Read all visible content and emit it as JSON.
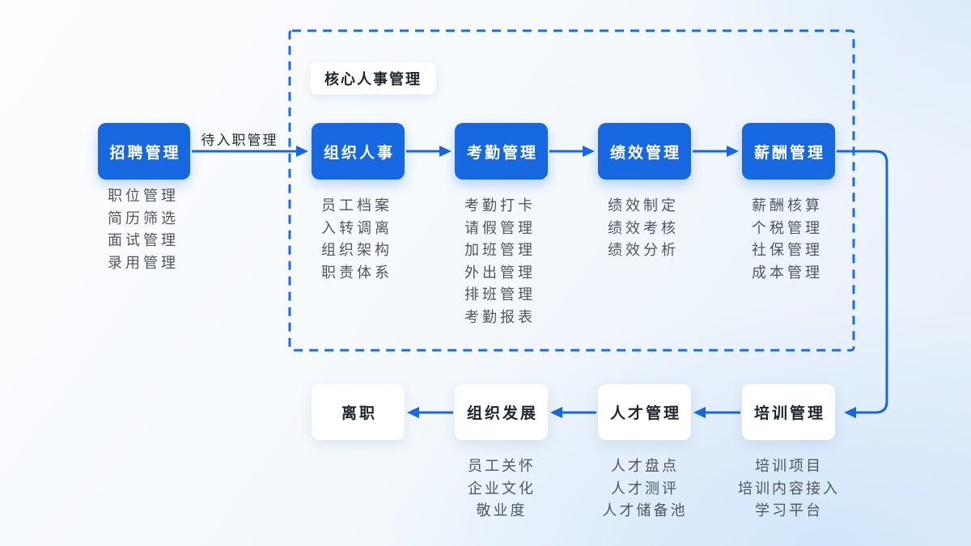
{
  "colors": {
    "accent_blue": "#1667E0",
    "dashed_border_blue": "#1B6BE3",
    "box_text_dark": "#21252D",
    "list_text_gray": "#50565F"
  },
  "diagram": {
    "group_label": "核心人事管理",
    "edge_label": "待入职管理",
    "top_nodes": [
      {
        "label": "招聘管理",
        "items": [
          "职位管理",
          "简历筛选",
          "面试管理",
          "录用管理"
        ]
      },
      {
        "label": "组织人事",
        "items": [
          "员工档案",
          "入转调离",
          "组织架构",
          "职责体系"
        ]
      },
      {
        "label": "考勤管理",
        "items": [
          "考勤打卡",
          "请假管理",
          "加班管理",
          "外出管理",
          "排班管理",
          "考勤报表"
        ]
      },
      {
        "label": "绩效管理",
        "items": [
          "绩效制定",
          "绩效考核",
          "绩效分析"
        ]
      },
      {
        "label": "薪酬管理",
        "items": [
          "薪酬核算",
          "个税管理",
          "社保管理",
          "成本管理"
        ]
      }
    ],
    "bottom_nodes": [
      {
        "label": "离职",
        "items": []
      },
      {
        "label": "组织发展",
        "items": [
          "员工关怀",
          "企业文化",
          "敬业度"
        ]
      },
      {
        "label": "人才管理",
        "items": [
          "人才盘点",
          "人才测评",
          "人才储备池"
        ]
      },
      {
        "label": "培训管理",
        "items": [
          "培训项目",
          "培训内容接入",
          "学习平台"
        ]
      }
    ]
  }
}
